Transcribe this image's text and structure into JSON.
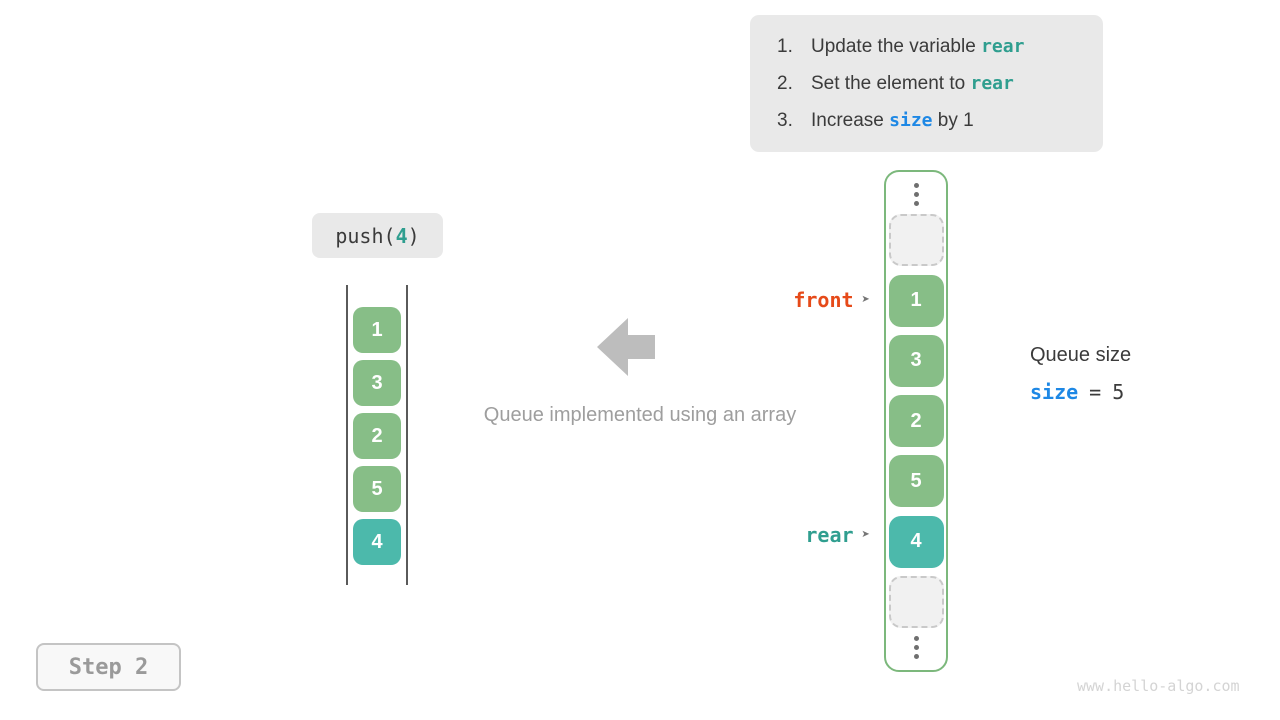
{
  "colors": {
    "teal_code": "#2f9e8f",
    "blue_code": "#1e88e5",
    "orange_code": "#e64a19",
    "green_cell": "#87be87",
    "teal_cell": "#4cb9ab"
  },
  "instructions": {
    "items": [
      {
        "num": "1.",
        "pre": "Update the variable ",
        "code": "rear",
        "post": ""
      },
      {
        "num": "2.",
        "pre": "Set the element to ",
        "code": "rear",
        "post": ""
      },
      {
        "num": "3.",
        "pre": "Increase ",
        "code": "size",
        "post": " by 1"
      }
    ]
  },
  "push_label": {
    "fn": "push(",
    "arg": "4",
    "close": ")"
  },
  "left_queue": {
    "cells": [
      {
        "value": "1"
      },
      {
        "value": "3"
      },
      {
        "value": "2"
      },
      {
        "value": "5"
      },
      {
        "value": "4"
      }
    ]
  },
  "caption": "Queue implemented using an array",
  "array_panel": {
    "cells": [
      {
        "value": "1"
      },
      {
        "value": "3"
      },
      {
        "value": "2"
      },
      {
        "value": "5"
      },
      {
        "value": "4"
      }
    ],
    "front_label": "front",
    "rear_label": "rear",
    "pointer_glyph": "➤"
  },
  "queue_size": {
    "title": "Queue size",
    "code": "size",
    "equals": "=",
    "value": "5"
  },
  "step_badge": "Step 2",
  "watermark": "www.hello-algo.com"
}
